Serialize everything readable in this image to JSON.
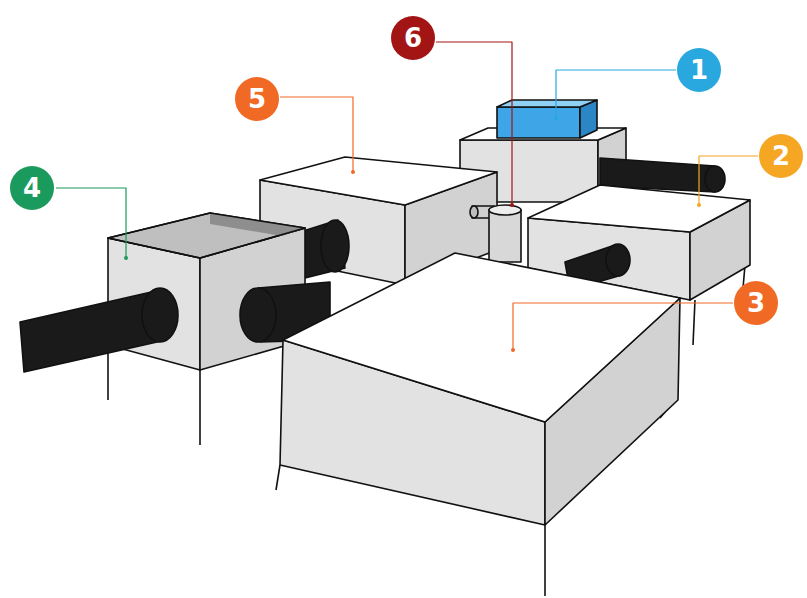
{
  "diagram": {
    "labels": [
      "6",
      "1",
      "5",
      "2",
      "4",
      "3"
    ]
  }
}
